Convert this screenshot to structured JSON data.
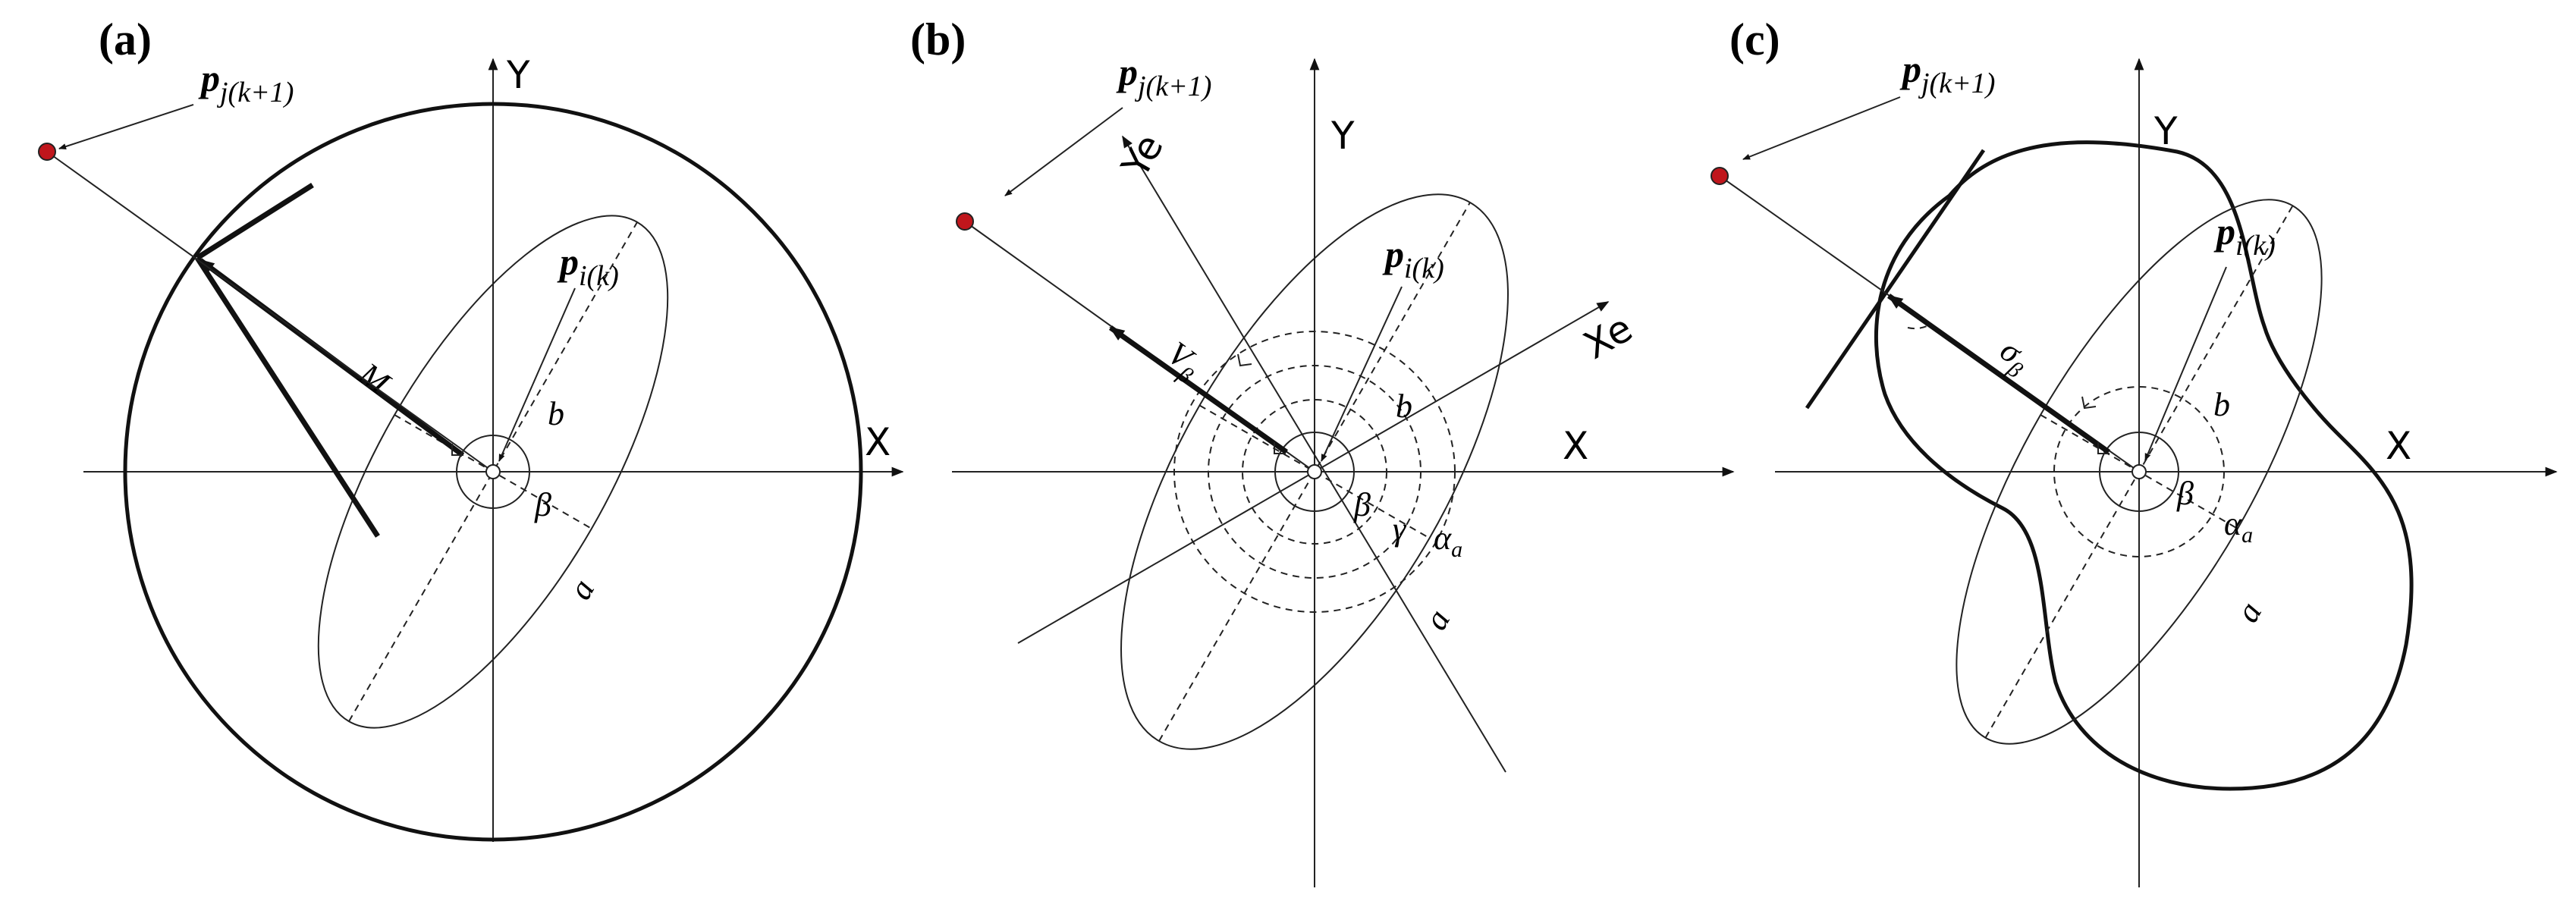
{
  "panels": [
    {
      "label": "(a)",
      "axis_x": "X",
      "axis_y": "Y",
      "target_point": {
        "p": "p",
        "sub": "j(k+1)"
      },
      "source_point": {
        "p": "p",
        "sub": "i(k)"
      },
      "vector_label": "M",
      "semi_minor": "b",
      "semi_major": "a",
      "angle": "β"
    },
    {
      "label": "(b)",
      "axis_x": "X",
      "axis_y": "Y",
      "axis_xe": "Xe",
      "axis_ye": "Ye",
      "target_point": {
        "p": "p",
        "sub": "j(k+1)"
      },
      "source_point": {
        "p": "p",
        "sub": "i(k)"
      },
      "vector_label": {
        "main": "V",
        "sub": "β"
      },
      "semi_minor": "b",
      "semi_major": "a",
      "angle_beta": "β",
      "angle_gamma": "γ",
      "angle_alpha": {
        "main": "α",
        "sub": "a"
      }
    },
    {
      "label": "(c)",
      "axis_x": "X",
      "axis_y": "Y",
      "target_point": {
        "p": "p",
        "sub": "j(k+1)"
      },
      "source_point": {
        "p": "p",
        "sub": "i(k)"
      },
      "vector_label": {
        "main": "σ",
        "sub": "β"
      },
      "semi_minor": "b",
      "semi_major": "a",
      "angle_beta": "β",
      "angle_alpha": {
        "main": "α",
        "sub": "a"
      }
    }
  ],
  "colors": {
    "point": "#c0161c",
    "line": "#222222",
    "background": "#ffffff"
  }
}
